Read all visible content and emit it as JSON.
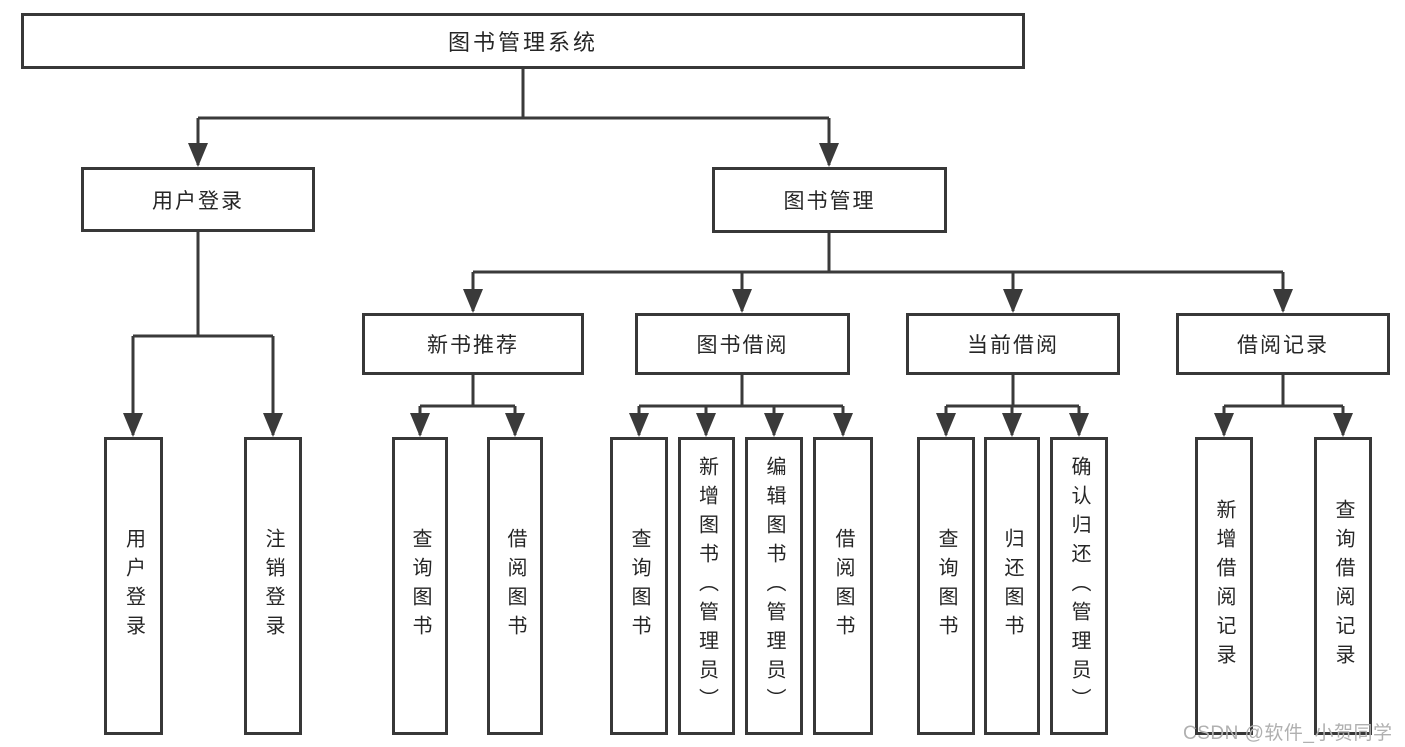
{
  "colors": {
    "line": "#3a3a3a",
    "box_border": "#383838",
    "text": "#262626",
    "background": "#ffffff",
    "watermark": "#b0b0b0"
  },
  "root": {
    "label": "图书管理系统"
  },
  "level2": {
    "user_login": {
      "label": "用户登录"
    },
    "book_mgmt": {
      "label": "图书管理"
    }
  },
  "level3": {
    "new_book_rec": {
      "label": "新书推荐"
    },
    "book_borrow": {
      "label": "图书借阅"
    },
    "current_borrow": {
      "label": "当前借阅"
    },
    "borrow_records": {
      "label": "借阅记录"
    }
  },
  "leaves": {
    "user_login": {
      "label": "用户登录"
    },
    "logout": {
      "label": "注销登录"
    },
    "nb_query_books": {
      "label": "查询图书"
    },
    "nb_borrow_books": {
      "label": "借阅图书"
    },
    "bb_query_books": {
      "label": "查询图书"
    },
    "bb_add_books": {
      "label": "新增图书（管理员）"
    },
    "bb_edit_books": {
      "label": "编辑图书（管理员）"
    },
    "bb_borrow_books": {
      "label": "借阅图书"
    },
    "cb_query_books": {
      "label": "查询图书"
    },
    "cb_return_books": {
      "label": "归还图书"
    },
    "cb_confirm_return": {
      "label": "确认归还（管理员）"
    },
    "br_add_record": {
      "label": "新增借阅记录"
    },
    "br_query_record": {
      "label": "查询借阅记录"
    }
  },
  "watermark": {
    "text": "CSDN @软件_小贺同学"
  }
}
